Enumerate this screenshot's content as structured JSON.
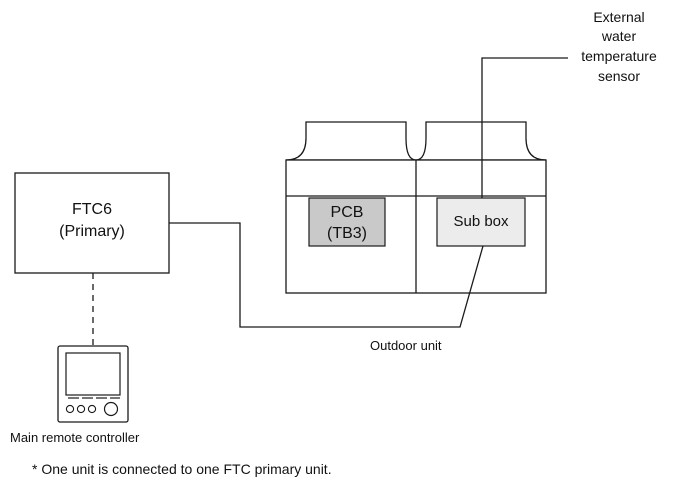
{
  "labels": {
    "ftc_line1": "FTC6",
    "ftc_line2": "(Primary)",
    "pcb_line1": "PCB",
    "pcb_line2": "(TB3)",
    "sub_box": "Sub box",
    "sensor_line1": "External",
    "sensor_line2": "water",
    "sensor_line3": "temperature",
    "sensor_line4": "sensor",
    "outdoor_unit": "Outdoor unit",
    "remote_controller": "Main remote controller",
    "footnote": "* One unit is connected to one FTC primary unit."
  },
  "colors": {
    "line": "#1a1a1a",
    "pcb_fill": "#c9c9c9",
    "sub_box_fill": "#ececec",
    "background": "#ffffff"
  }
}
